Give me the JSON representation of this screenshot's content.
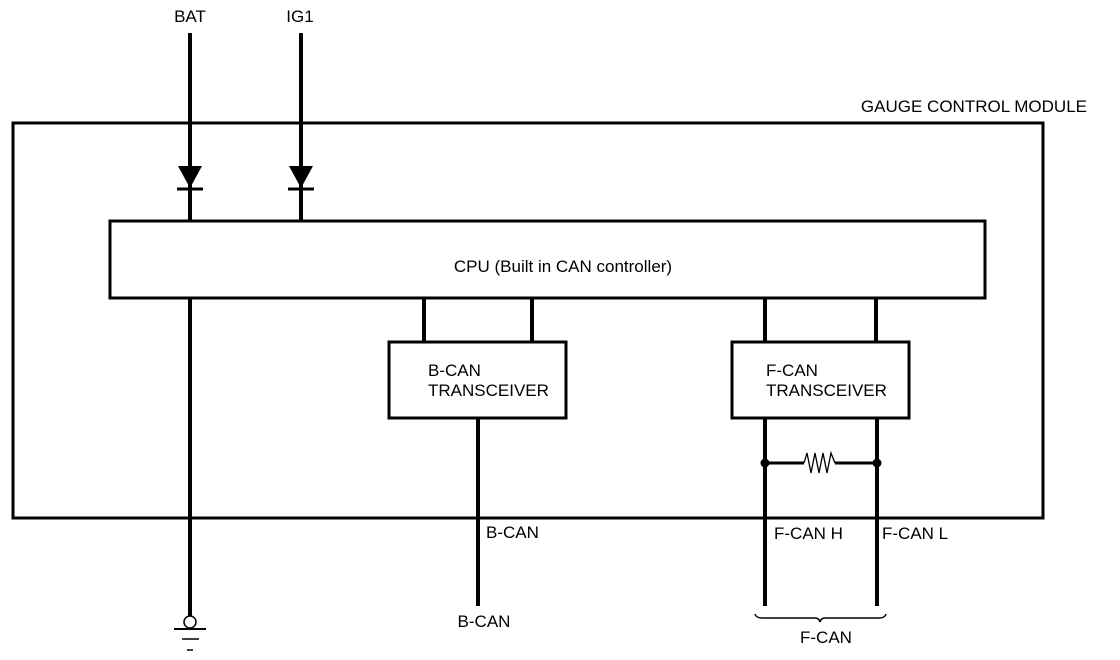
{
  "diagram": {
    "module_title": "GAUGE CONTROL MODULE",
    "inputs": {
      "bat": "BAT",
      "ig1": "IG1"
    },
    "cpu": {
      "label": "CPU (Built in CAN controller)"
    },
    "b_can_transceiver": {
      "line1": "B-CAN",
      "line2": "TRANSCEIVER"
    },
    "f_can_transceiver": {
      "line1": "F-CAN",
      "line2": "TRANSCEIVER"
    },
    "outputs": {
      "b_can_inner": "B-CAN",
      "b_can_outer": "B-CAN",
      "f_can_h": "F-CAN H",
      "f_can_l": "F-CAN L",
      "f_can_group": "F-CAN"
    },
    "components": {
      "diode_bat": "diode",
      "diode_ig1": "diode",
      "termination_resistor": "resistor",
      "ground": "ground"
    }
  }
}
